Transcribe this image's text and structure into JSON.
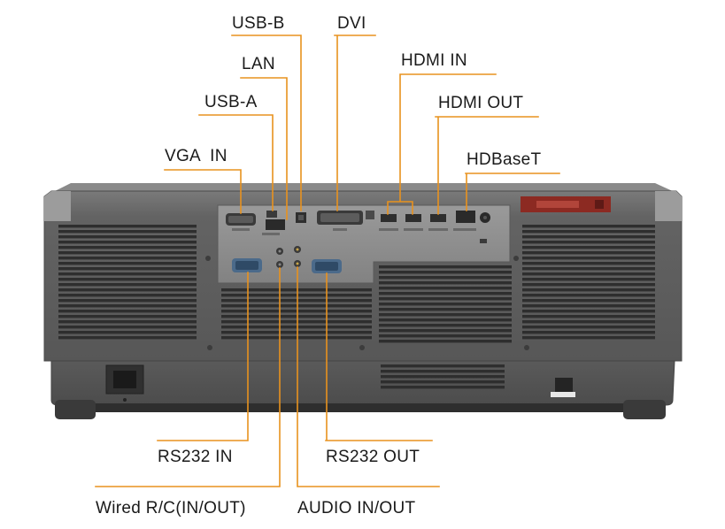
{
  "labels": {
    "usb_b": "USB-B",
    "dvi": "DVI",
    "lan": "LAN",
    "hdmi_in": "HDMI IN",
    "usb_a": "USB-A",
    "hdmi_out": "HDMI OUT",
    "vga_in": "VGA  IN",
    "hdbaset": "HDBaseT",
    "rs232_in": "RS232 IN",
    "rs232_out": "RS232 OUT",
    "wired_rc": "Wired R/C(IN/OUT)",
    "audio_inout": "AUDIO IN/OUT"
  },
  "colors": {
    "leader_line": "#e8921e",
    "chassis": "#5e5e5e",
    "chassis_top": "#747474",
    "io_panel": "#8a8a8a",
    "vent": "#2e2e2e",
    "feet": "#3a3a3a",
    "badge": "#8c2a22",
    "text": "#1a1a1a"
  }
}
